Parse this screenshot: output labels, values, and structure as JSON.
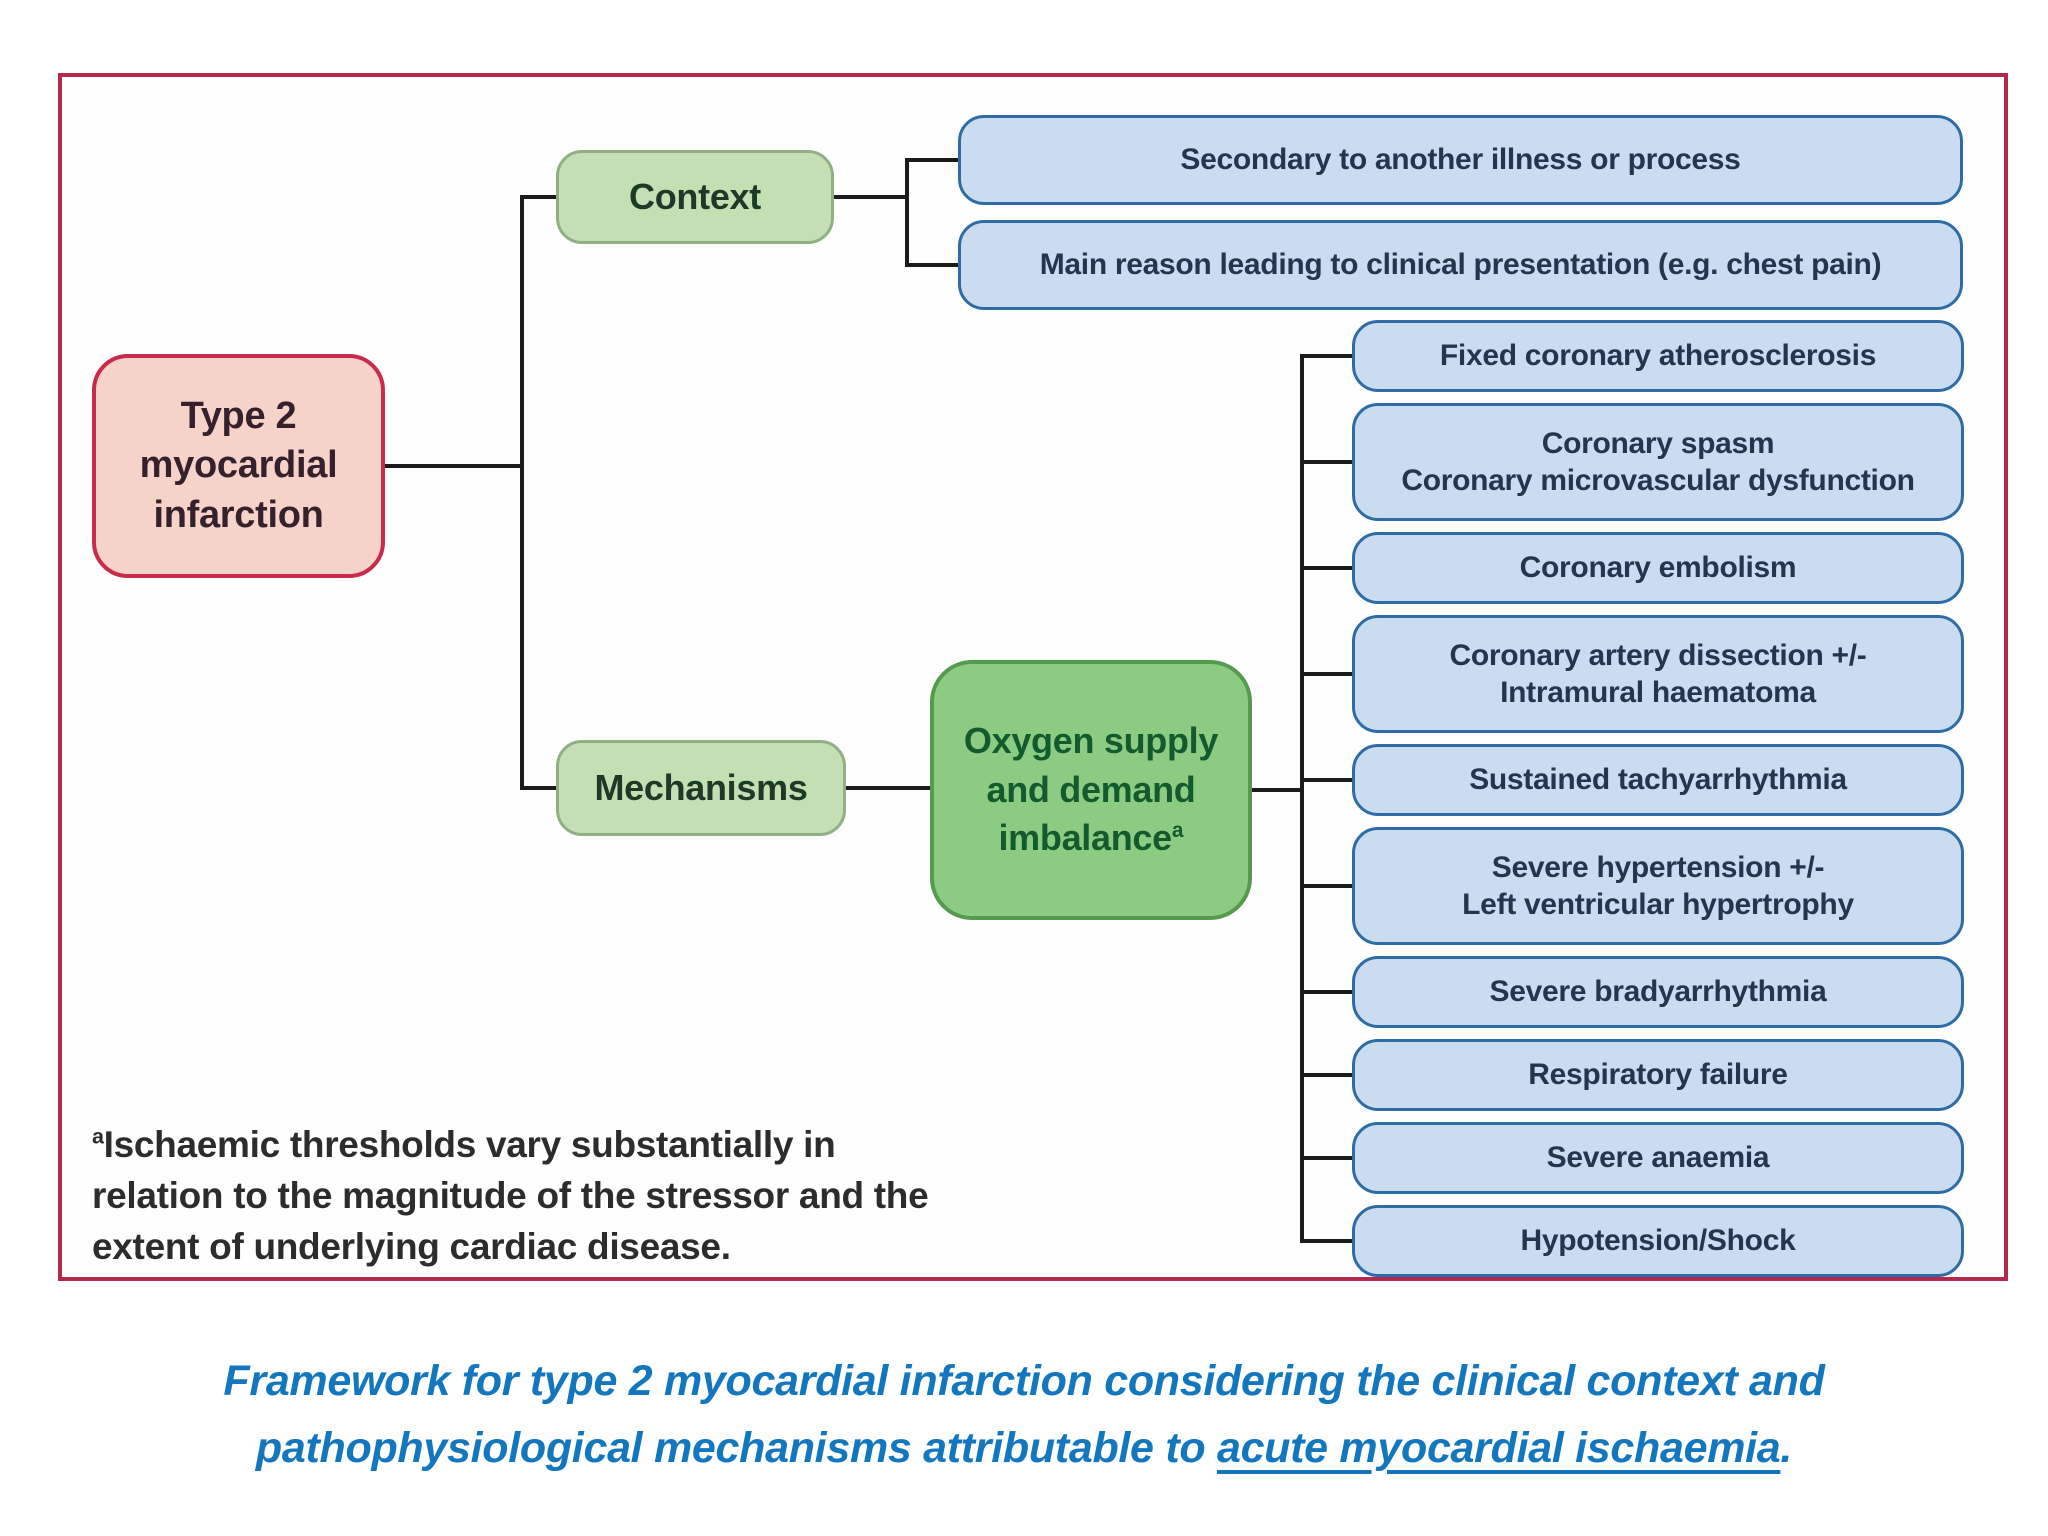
{
  "figure": {
    "root": {
      "label": "Type 2\nmyocardial\ninfarction"
    },
    "context_branch": {
      "label": "Context",
      "children": [
        "Secondary to another illness or process",
        "Main reason leading to clinical presentation (e.g. chest pain)"
      ]
    },
    "mechanisms_branch": {
      "label": "Mechanisms",
      "hub": {
        "label": "Oxygen supply\nand demand\nimbalance",
        "superscript": "a"
      },
      "children": [
        "Fixed coronary atherosclerosis",
        "Coronary spasm\nCoronary microvascular dysfunction",
        "Coronary embolism",
        "Coronary artery dissection +/-\nIntramural haematoma",
        "Sustained tachyarrhythmia",
        "Severe hypertension +/-\nLeft ventricular hypertrophy",
        "Severe bradyarrhythmia",
        "Respiratory failure",
        "Severe anaemia",
        "Hypotension/Shock"
      ]
    },
    "footnote": {
      "sup": "a",
      "text": "Ischaemic thresholds vary substantially in relation to the magnitude of the stressor and the extent of underlying cardiac disease."
    }
  },
  "caption": {
    "text_before": "Framework for type 2 myocardial infarction considering the clinical context and pathophysiological mechanisms attributable to ",
    "underlined": "acute myocardial ischaemia",
    "suffix": "."
  },
  "colors": {
    "frame_border": "#b2294c",
    "root_fill": "#f6d3c9",
    "root_border": "#c92b4b",
    "root_text": "#35212b",
    "branch_fill": "#c5dfb5",
    "branch_border": "#8fb083",
    "branch_text": "#1d3a27",
    "hub_fill": "#8bcb82",
    "hub_border": "#569a50",
    "hub_text": "#135b2e",
    "leaf_fill": "#cbdcf0",
    "leaf_border": "#2e6ca6",
    "leaf_text": "#24364e",
    "connector": "#1b1b1b",
    "footnote_text": "#2c2c2c",
    "caption_text": "#1277be"
  }
}
